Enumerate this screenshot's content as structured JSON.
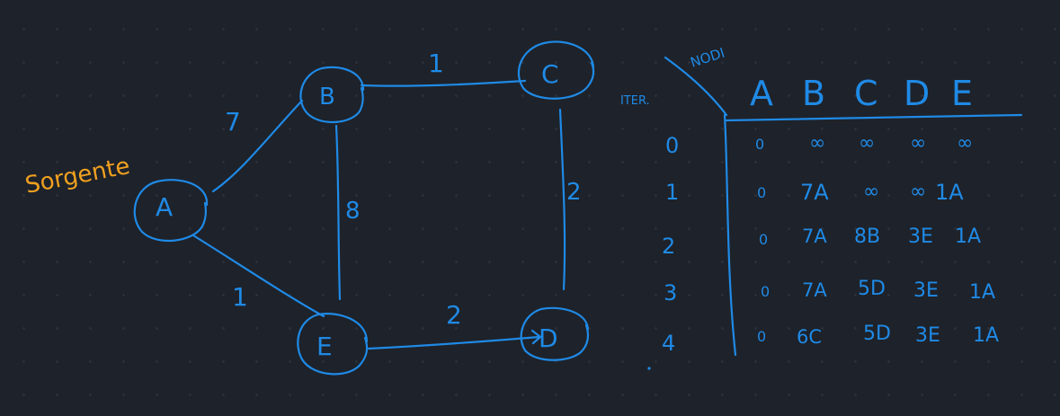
{
  "graph": {
    "source_label": "Sorgente",
    "nodes": {
      "A": "A",
      "B": "B",
      "C": "C",
      "D": "D",
      "E": "E"
    },
    "edges": {
      "A_B": "7",
      "B_C": "1",
      "B_E": "8",
      "C_D": "2",
      "A_E": "1",
      "E_D": "2"
    }
  },
  "table": {
    "header_nodes": "NODI",
    "header_iter": "ITER.",
    "columns": [
      "A",
      "B",
      "C",
      "D",
      "E"
    ],
    "rows": [
      {
        "iter": "0",
        "cells": [
          "0",
          "∞",
          "∞",
          "∞",
          "∞"
        ]
      },
      {
        "iter": "1",
        "cells": [
          "0",
          "7A",
          "∞",
          "∞",
          "1A"
        ]
      },
      {
        "iter": "2",
        "cells": [
          "0",
          "7A",
          "8B",
          "3E",
          "1A"
        ]
      },
      {
        "iter": "3",
        "cells": [
          "0",
          "7A",
          "5D",
          "3E",
          "1A"
        ]
      },
      {
        "iter": "4",
        "cells": [
          "0",
          "6C",
          "5D",
          "3E",
          "1A"
        ]
      }
    ]
  },
  "colors": {
    "ink": "#1f8ae6",
    "source_label": "#f0a020",
    "background": "#1e222a"
  }
}
